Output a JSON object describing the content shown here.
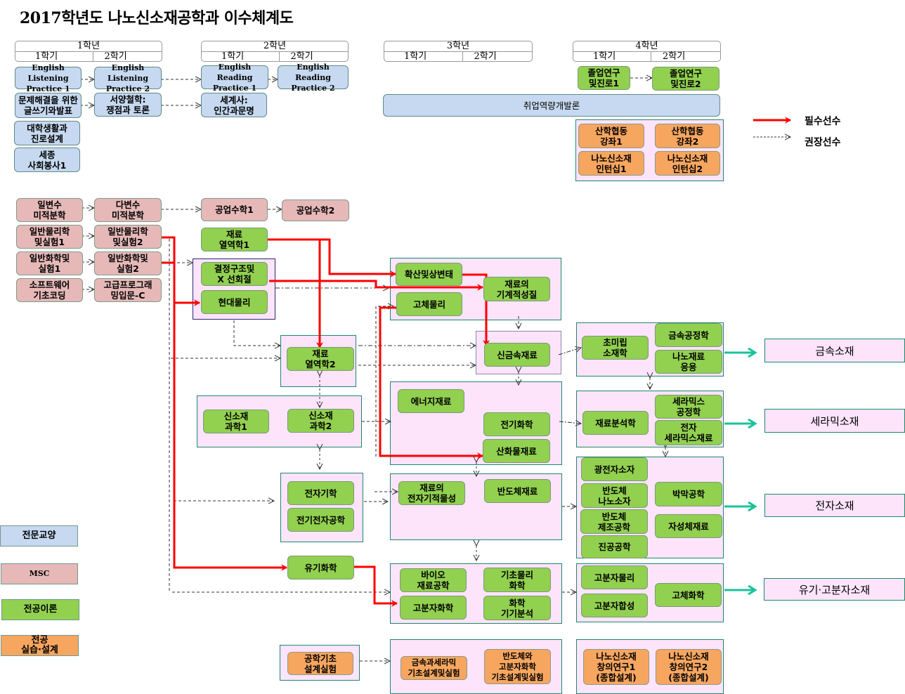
{
  "title": "2017학년도 나노신소재공학과 이수체계도",
  "years": [
    {
      "label": "1학년",
      "sem1": "1학기",
      "sem2": "2학기"
    },
    {
      "label": "2학년",
      "sem1": "1학기",
      "sem2": "2학기"
    },
    {
      "label": "3학년",
      "sem1": "1학기",
      "sem2": "2학기"
    },
    {
      "label": "4학년",
      "sem1": "1학기",
      "sem2": "2학기"
    }
  ],
  "colors": {
    "general_education": "#c6d9f0",
    "msc": "#e6b9b8",
    "major_theory": "#92d050",
    "major_practice": "#f7a660",
    "group_bg": "#fde4fb",
    "required_arrow": "#ff0000",
    "track_arrow": "#19c39a"
  },
  "legend_arrows": {
    "required": "필수선수",
    "recommended": "권장선수"
  },
  "legend_categories": {
    "general": "전문교양",
    "msc": "MSC",
    "theory": "전공이론",
    "practice": "전공\n실습·설계"
  },
  "courses": {
    "elp1": "English Listening\nPractice 1",
    "elp2": "English Listening\nPractice 2",
    "erp1": "English Reading\nPractice 1",
    "erp2": "English Reading\nPractice 2",
    "writing": "문제해결을 위한\n글쓰기와발표",
    "western_phil": "서양철학:\n쟁점과 토론",
    "world_history": "세계사:\n인간과문명",
    "college_life": "대학생활과\n진로설계",
    "sejong_service": "세종\n사회봉사1",
    "grad_research1": "졸업연구\n및진로1",
    "grad_research2": "졸업연구\n및진로2",
    "employability": "취업역량개발론",
    "industry1": "산학협동\n강좌1",
    "industry2": "산학협동\n강좌2",
    "intern1": "나노신소재\n인턴십1",
    "intern2": "나노신소재\n인턴십2",
    "calc1": "일변수\n미적분학",
    "calc2": "다변수\n미적분학",
    "eng_math1": "공업수학1",
    "eng_math2": "공업수학2",
    "physics1": "일반물리학\n및실험1",
    "physics2": "일반물리학\n및실험2",
    "chem1": "일반화학및\n실험1",
    "chem2": "일반화학및\n실험2",
    "sw_coding": "소프트웨어\n기초코딩",
    "prog_c": "고급프로그래\n밍입문-C",
    "thermo1": "재료\n열역학1",
    "crystal": "결정구조및\nX 선회절",
    "modern_physics": "현대물리",
    "thermo2": "재료\n열역학2",
    "new_mat_sci1": "신소재\n과학1",
    "new_mat_sci2": "신소재\n과학2",
    "electromag": "전자기학",
    "elec_eng": "전기전자공학",
    "organic_chem": "유기화학",
    "eng_basic_lab": "공학기초\n설계실험",
    "diffusion": "확산및상변태",
    "mech_props": "재료의\n기계적성질",
    "solid_physics": "고체물리",
    "new_metal": "신금속재료",
    "energy_mat": "에너지재료",
    "electrochem": "전기화학",
    "oxide_mat": "산화물재료",
    "electronic_props": "재료의\n전자기적물성",
    "semiconductor_mat": "반도체재료",
    "bio_mat": "바이오\n재료공학",
    "basic_phys_chem": "기초물리\n화학",
    "polymer_chem": "고분자화학",
    "chem_instr": "화학\n기기분석",
    "metal_ceramic_lab": "금속과세라믹\n기초설계및실험",
    "semi_polymer_lab": "반도체와\n고분자화학\n기초설계및실험",
    "ultrafine": "초미립\n소재학",
    "metal_process": "금속공정학",
    "nano_app": "나노재료\n응용",
    "mat_analysis": "재료분석학",
    "ceramic_process": "세라믹스\n공정학",
    "elec_ceramic": "전자\n세라믹스재료",
    "optoelectronic": "광전자소자",
    "semi_nano": "반도체\n나노소자",
    "semi_fab": "반도체\n제조공학",
    "vacuum": "진공공학",
    "thin_film": "박막공학",
    "magnetic": "자성체재료",
    "polymer_phys": "고분자물리",
    "polymer_synth": "고분자합성",
    "solid_chem": "고체화학",
    "creative1": "나노신소재\n창의연구1\n(종합설계)",
    "creative2": "나노신소재\n창의연구2\n(종합설계)"
  },
  "tracks": {
    "metal": "금속소재",
    "ceramic": "세라믹소재",
    "electronic": "전자소재",
    "polymer": "유기·고분자소재"
  }
}
